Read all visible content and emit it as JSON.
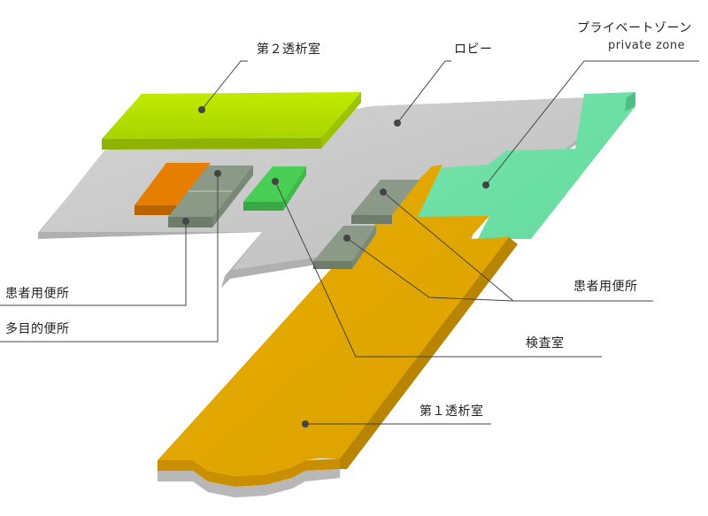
{
  "labels": {
    "dialysis_room_2": "第２透析室",
    "lobby": "ロビー",
    "private_zone_jp": "プライベートゾーン",
    "private_zone_en": "private zone",
    "patient_toilet_left": "患者用便所",
    "multipurpose_toilet": "多目的便所",
    "patient_toilet_right": "患者用便所",
    "exam_room": "検査室",
    "dialysis_room_1": "第１透析室"
  },
  "colors": {
    "lobby_floor": "#c8c8c8",
    "dialysis_room_2": "#b5e000",
    "dialysis_room_1": "#e3a900",
    "private_zone": "#6ee0a6",
    "toilet": "#8a9a86",
    "orange_room": "#e67e00",
    "exam_room": "#49cf55",
    "leader_line": "#444444"
  }
}
